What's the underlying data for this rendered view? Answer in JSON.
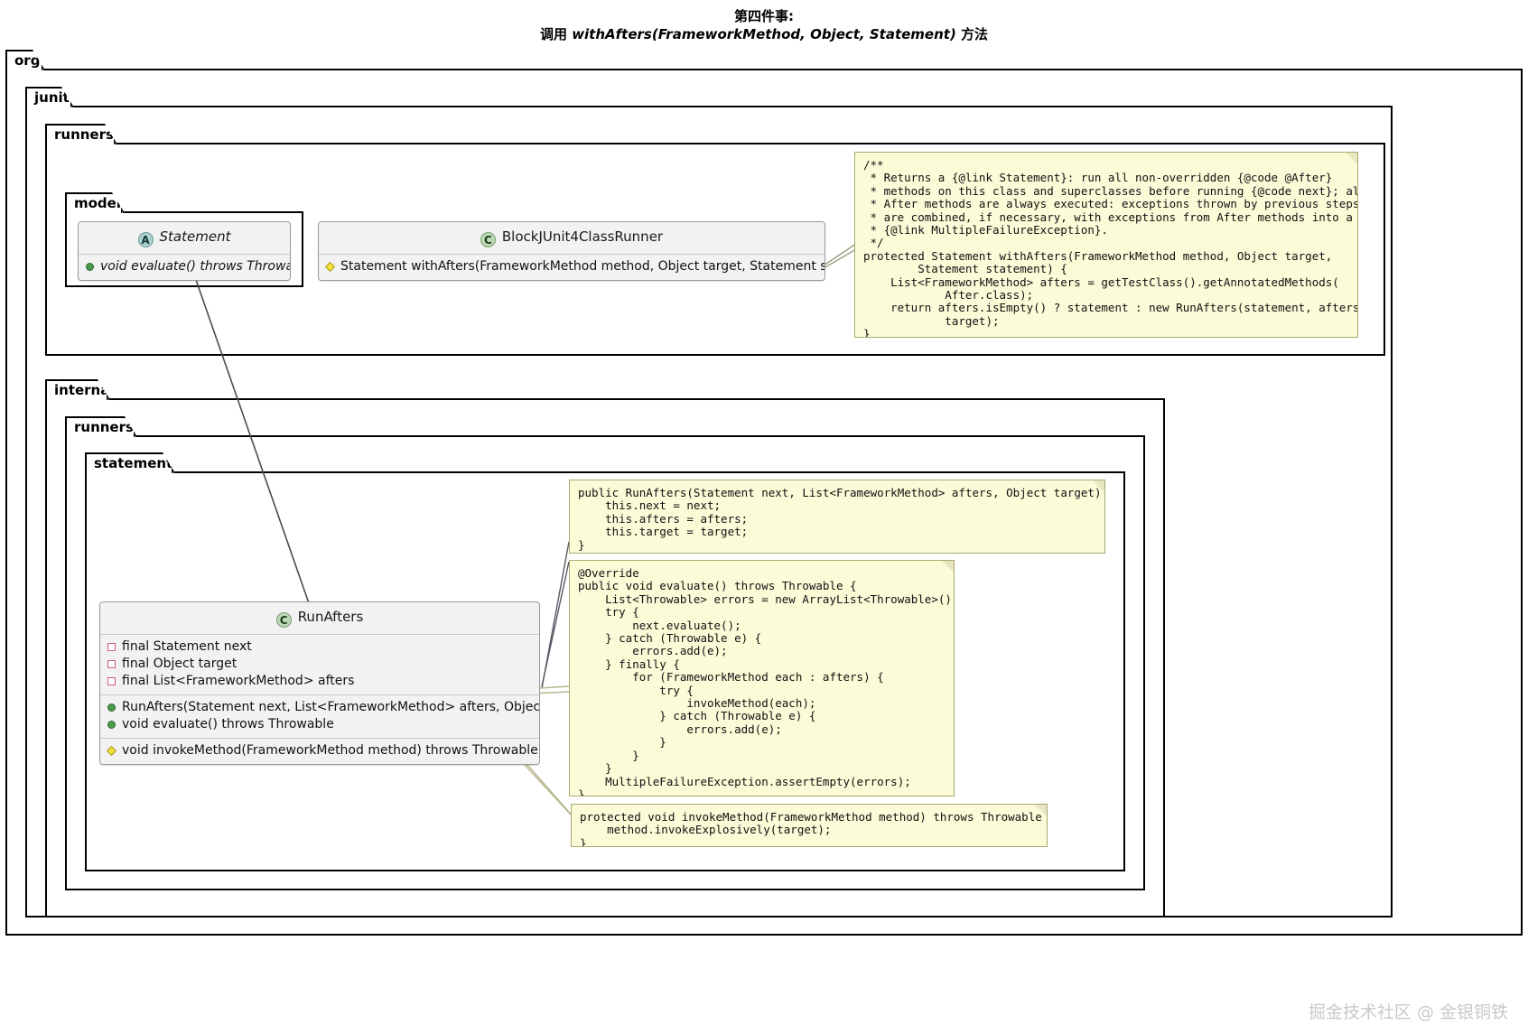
{
  "title": {
    "line1": "第四件事:",
    "line2_prefix": "调用 ",
    "line2_signature": "withAfters(FrameworkMethod, Object, Statement)",
    "line2_suffix": " 方法"
  },
  "packages": {
    "org": "org",
    "junit": "junit",
    "runners_outer": "runners",
    "model": "model",
    "internal": "internal",
    "runners_inner": "runners",
    "statements": "statements"
  },
  "classes": {
    "statement": {
      "stereotype": "A",
      "name": "Statement",
      "methods": [
        {
          "visibility": "public",
          "text": "void evaluate() throws Throwable"
        }
      ]
    },
    "block_runner": {
      "stereotype": "C",
      "name": "BlockJUnit4ClassRunner",
      "methods": [
        {
          "visibility": "protected",
          "text": "Statement withAfters(FrameworkMethod method, Object target, Statement statement)"
        }
      ]
    },
    "run_afters": {
      "stereotype": "C",
      "name": "RunAfters",
      "fields": [
        {
          "visibility": "private",
          "text": "final Statement next"
        },
        {
          "visibility": "private",
          "text": "final Object target"
        },
        {
          "visibility": "private",
          "text": "final List<FrameworkMethod> afters"
        }
      ],
      "methods": [
        {
          "visibility": "public",
          "text": "RunAfters(Statement next, List<FrameworkMethod> afters, Object target)"
        },
        {
          "visibility": "public",
          "text": "void evaluate() throws Throwable"
        }
      ],
      "methods2": [
        {
          "visibility": "protected",
          "text": "void invokeMethod(FrameworkMethod method) throws Throwable"
        }
      ]
    }
  },
  "notes": {
    "with_afters": "/**\n * Returns a {@link Statement}: run all non-overridden {@code @After}\n * methods on this class and superclasses before running {@code next}; all\n * After methods are always executed: exceptions thrown by previous steps\n * are combined, if necessary, with exceptions from After methods into a\n * {@link MultipleFailureException}.\n */\nprotected Statement withAfters(FrameworkMethod method, Object target,\n        Statement statement) {\n    List<FrameworkMethod> afters = getTestClass().getAnnotatedMethods(\n            After.class);\n    return afters.isEmpty() ? statement : new RunAfters(statement, afters,\n            target);\n}",
    "constructor": "public RunAfters(Statement next, List<FrameworkMethod> afters, Object target) {\n    this.next = next;\n    this.afters = afters;\n    this.target = target;\n}",
    "evaluate": "@Override\npublic void evaluate() throws Throwable {\n    List<Throwable> errors = new ArrayList<Throwable>();\n    try {\n        next.evaluate();\n    } catch (Throwable e) {\n        errors.add(e);\n    } finally {\n        for (FrameworkMethod each : afters) {\n            try {\n                invokeMethod(each);\n            } catch (Throwable e) {\n                errors.add(e);\n            }\n        }\n    }\n    MultipleFailureException.assertEmpty(errors);\n}",
    "invoke_method": "protected void invokeMethod(FrameworkMethod method) throws Throwable {\n    method.invokeExplosively(target);\n}"
  },
  "watermark": "掘金技术社区 @ 金银铜铁",
  "colors": {
    "note_bg": "#fbfbd8",
    "note_border": "#a9a96f",
    "class_bg": "#f2f2f2",
    "badge_abstract": "#add1d1",
    "badge_class": "#bcd7b4",
    "public_marker": "#4c9a4c",
    "protected_marker": "#f5e03a",
    "private_marker": "#d15c7a"
  }
}
